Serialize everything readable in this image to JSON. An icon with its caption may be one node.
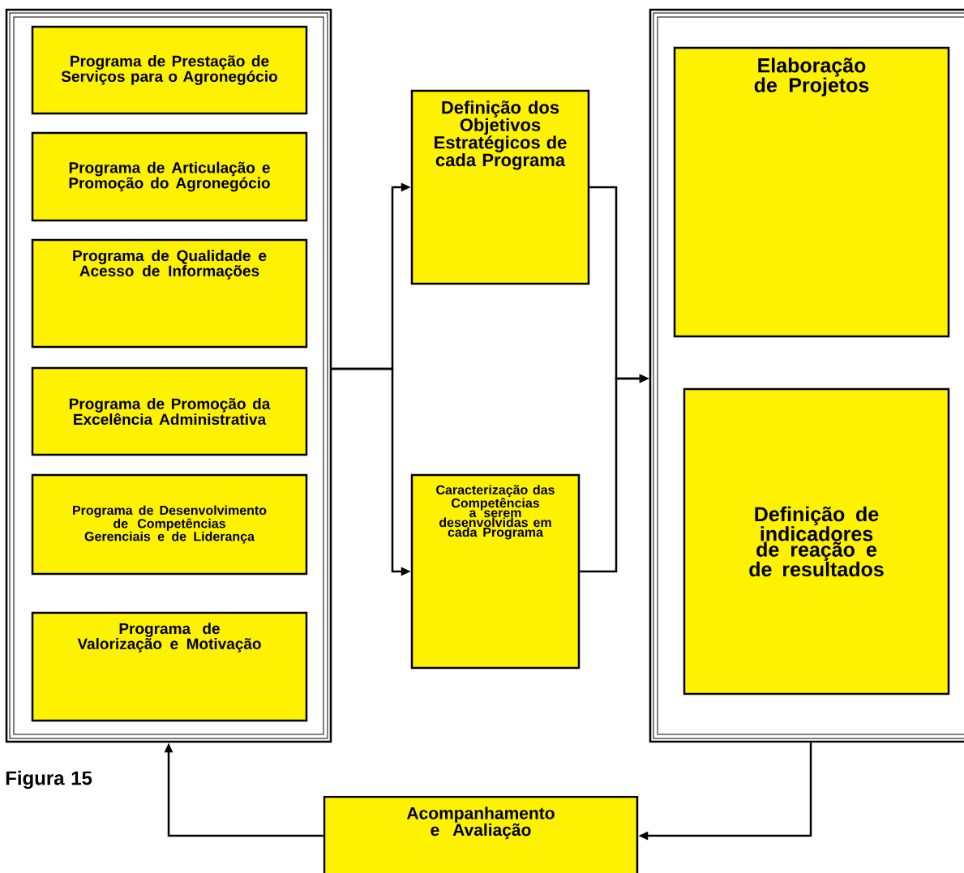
{
  "diagram": {
    "caption": "Figura 15",
    "nodes": [
      {
        "text": [],
        "shape": "box"
      },
      {
        "text": [
          "Programa de Prestação de Serviços para o Agronegócio"
        ],
        "in": 0
      },
      {
        "text": [
          "Programa de Articulação e Promoção do Agronegócio"
        ],
        "in": 0
      },
      {
        "text": [
          "Programa de Qualidade e Acesso de Informações"
        ],
        "in": 0
      },
      {
        "text": [
          "Programa de Promoção da Excelência Administrativa"
        ],
        "in": 0
      },
      {
        "text": [
          "Programa de Desenvolvimento de Competências Gerenciais e de Liderança"
        ],
        "in": 0
      },
      {
        "text": [
          "Programa de Valorização e Motivação"
        ],
        "in": 0
      },
      {
        "text": [
          "Definição dos Objetivos Estratégicos de cada Programa"
        ]
      },
      {
        "text": [
          "Caracterização das Competências a serem desenvolvidas em cada Programa"
        ]
      },
      {
        "text": [],
        "shape": "box"
      },
      {
        "text": [
          "Elaboração de Projetos"
        ],
        "in": 9
      },
      {
        "text": [
          "Definição de indicadores de reação e de resultados"
        ],
        "in": 9
      },
      {
        "text": [
          "Acompanhamento e Avaliação"
        ]
      }
    ],
    "edges": [
      {
        "from": 0,
        "to": 7,
        "arrow": "to"
      },
      {
        "from": 0,
        "to": 8,
        "arrow": "to"
      },
      {
        "from": 7,
        "to": 9,
        "arrow": "to"
      },
      {
        "from": 8,
        "to": 9,
        "arrow": "to"
      },
      {
        "from": 9,
        "to": 12,
        "arrow": "to"
      },
      {
        "from": 12,
        "to": 0,
        "arrow": "to"
      }
    ]
  }
}
